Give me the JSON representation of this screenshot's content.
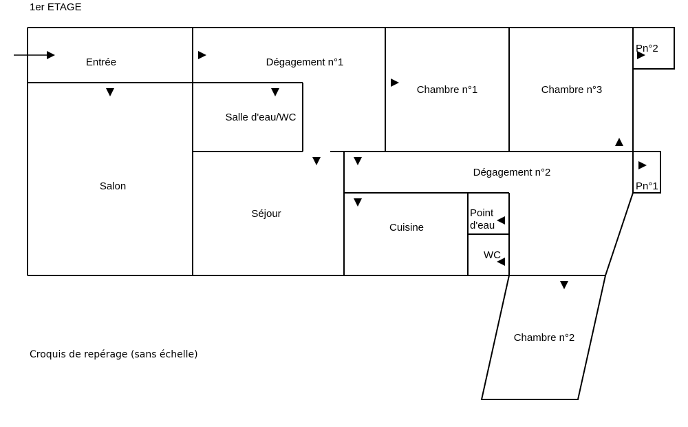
{
  "floor_title": "1er ETAGE",
  "caption": "Croquis de repérage (sans échelle)",
  "rooms": {
    "entree": "Entrée",
    "degagement1": "Dégagement n°1",
    "chambre1": "Chambre n°1",
    "chambre3": "Chambre n°3",
    "pn2": "Pn°2",
    "salle_eau_wc": "Salle d'eau/WC",
    "salon": "Salon",
    "sejour": "Séjour",
    "degagement2": "Dégagement n°2",
    "pn1": "Pn°1",
    "cuisine": "Cuisine",
    "point_eau_line1": "Point",
    "point_eau_line2": "d'eau",
    "wc": "WC",
    "chambre2": "Chambre n°2"
  },
  "icons": {
    "door_arrow": "door-arrow-icon"
  }
}
